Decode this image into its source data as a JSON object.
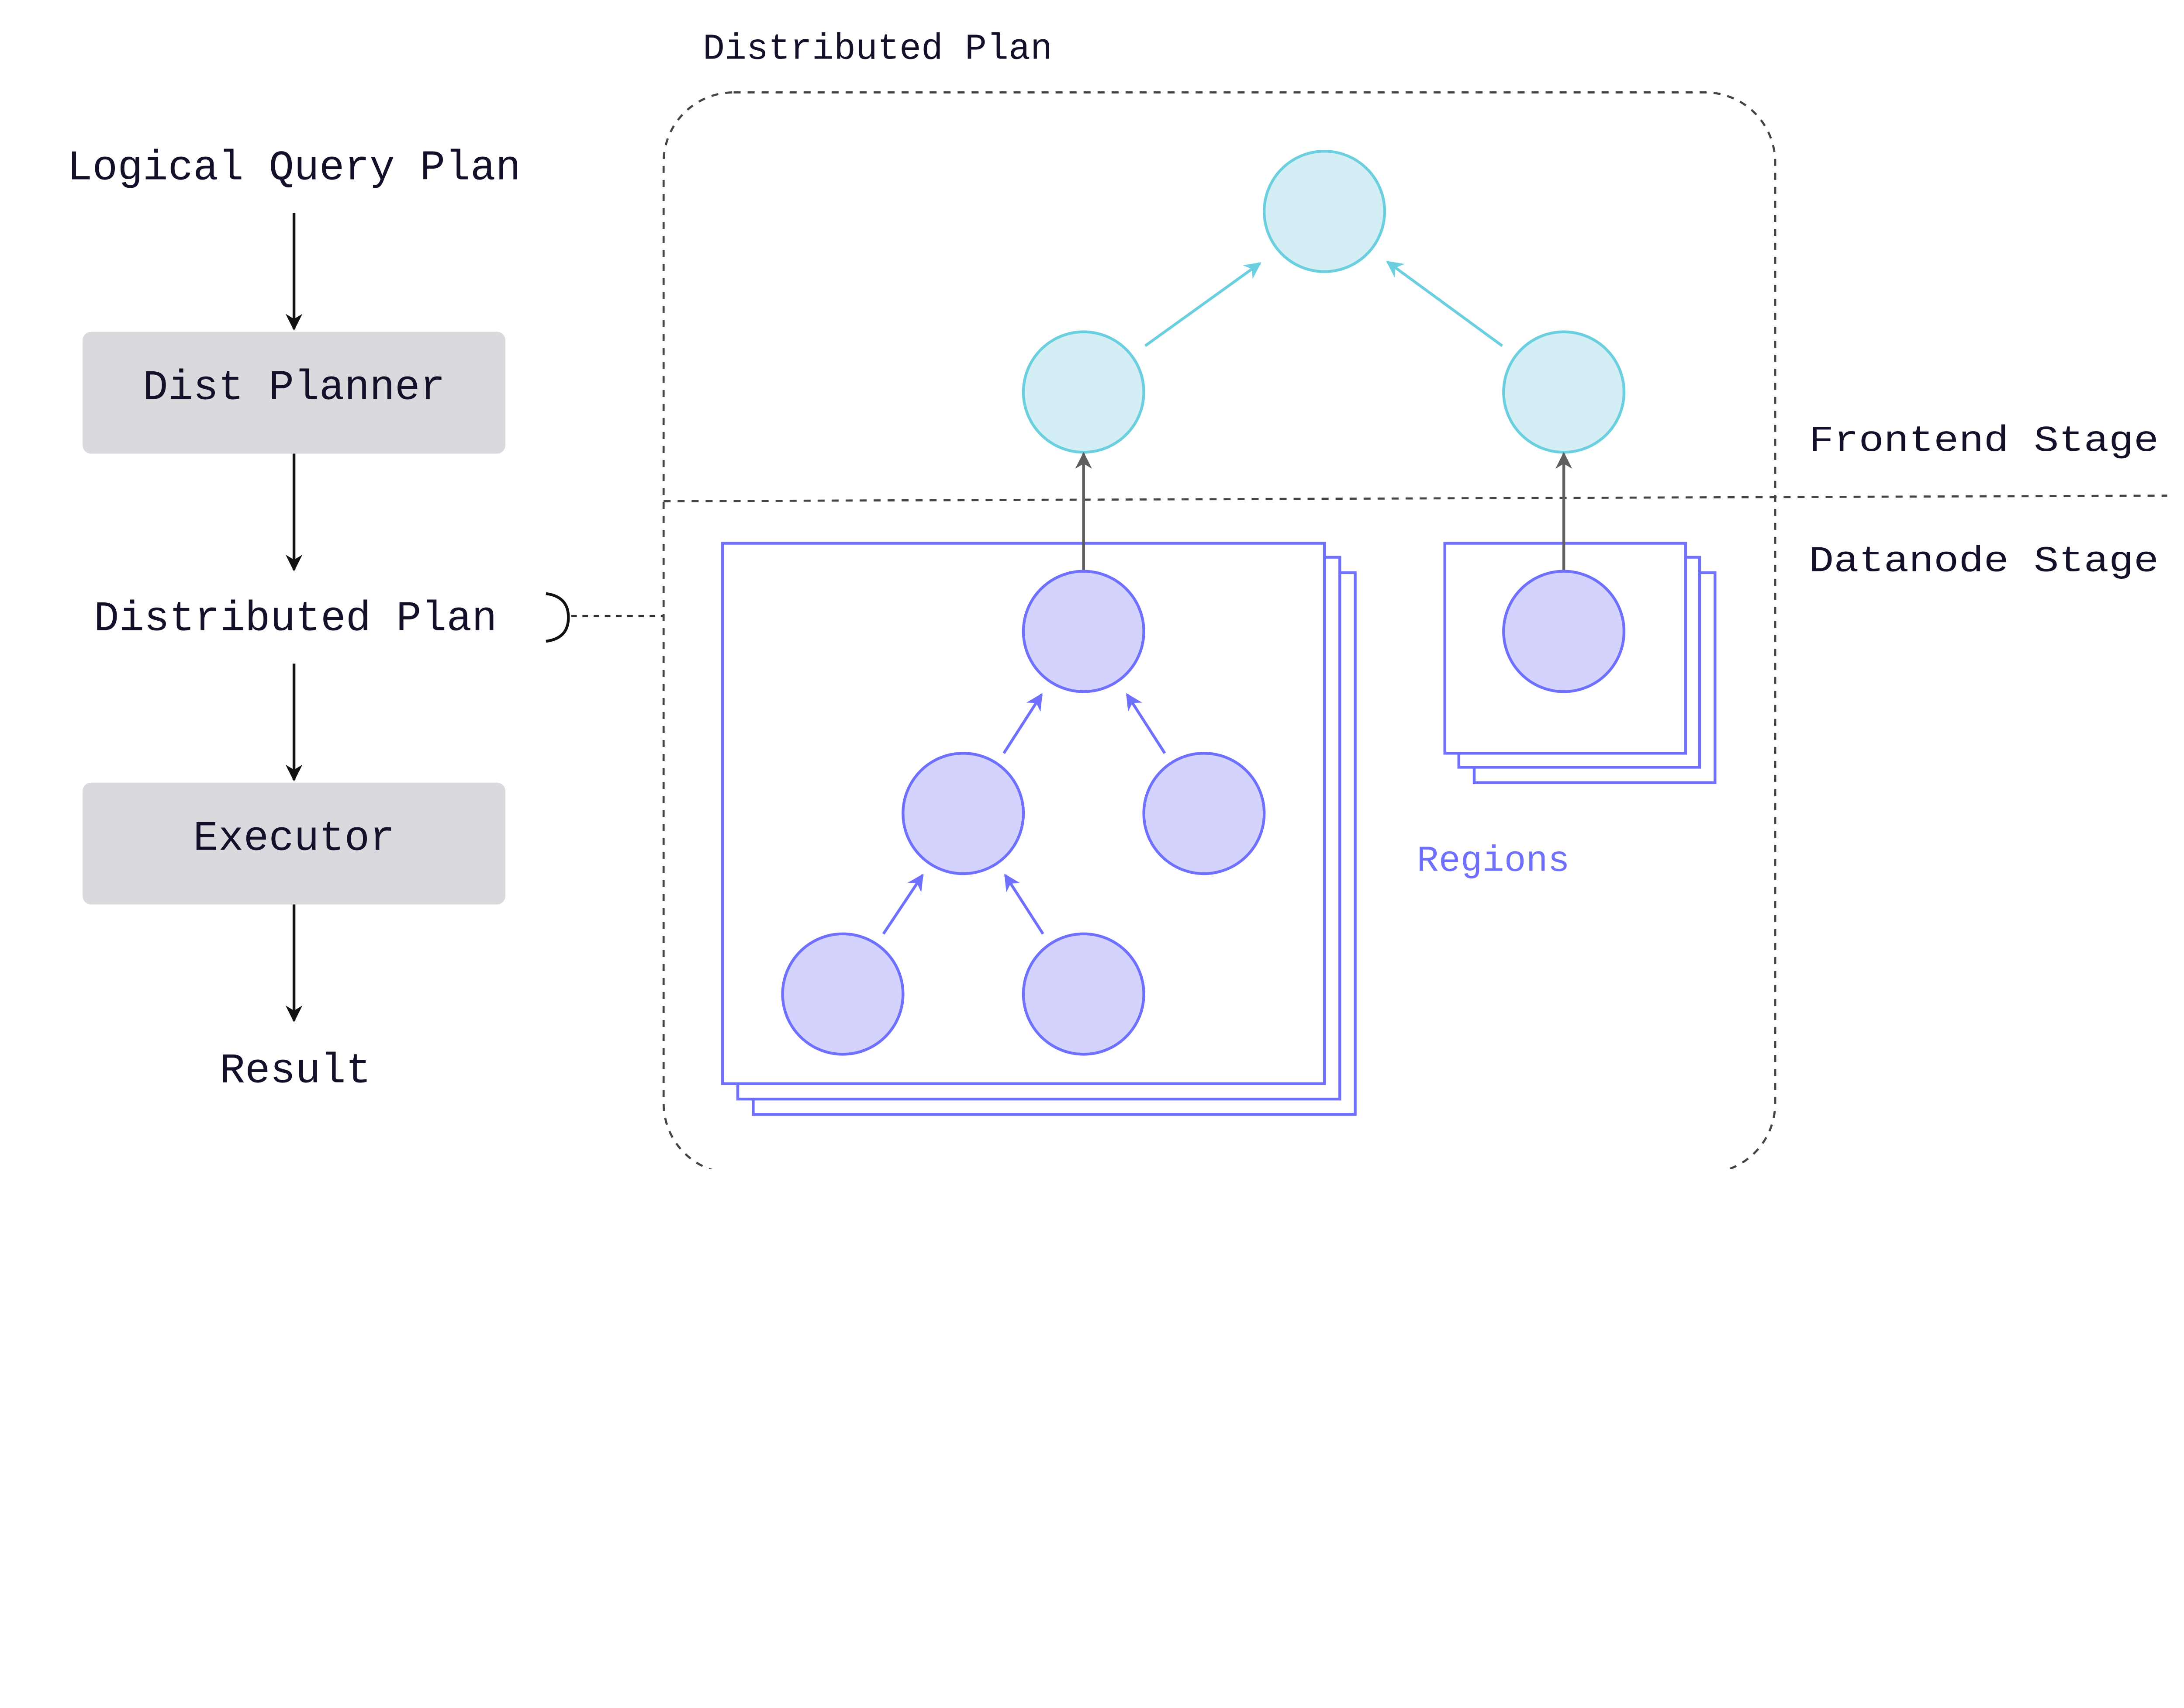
{
  "left_flow": {
    "logical_query_plan": "Logical Query Plan",
    "dist_planner": "Dist Planner",
    "distributed_plan": "Distributed Plan",
    "executor": "Executor",
    "result": "Result"
  },
  "distributed_plan_panel": {
    "title": "Distributed Plan",
    "frontend_stage": "Frontend Stage",
    "datanode_stage": "Datanode Stage",
    "regions_label": "Regions"
  },
  "colors": {
    "frontend_node_fill": "#D4EEF5",
    "frontend_node_stroke": "#6CCFE0",
    "datanode_node_fill": "#D3D3FD",
    "datanode_node_stroke": "#7070FF",
    "process_box_fill": "#DADADE",
    "connector_gray": "#5f5f5f"
  }
}
